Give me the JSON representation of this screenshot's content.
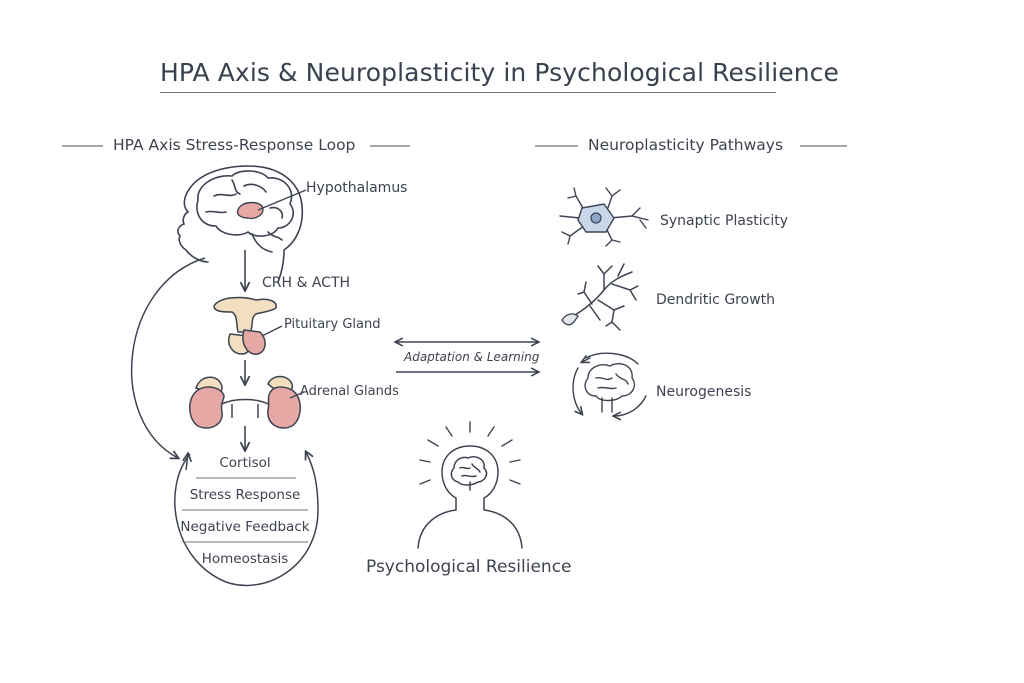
{
  "title": "HPA Axis & Neuroplasticity in Psychological Resilience",
  "hpa_section": {
    "heading": "HPA Axis Stress-Response Loop",
    "hypothalamus": "Hypothalamus",
    "crh_acth": "CRH & ACTH",
    "pituitary": "Pituitary Gland",
    "adrenal": "Adrenal Glands",
    "loop_items": [
      "Cortisol",
      "Stress Response",
      "Negative Feedback",
      "Homeostasis"
    ]
  },
  "link_label": "Adaptation & Learning",
  "neuro_section": {
    "heading": "Neuroplasticity Pathways",
    "items": [
      "Synaptic Plasticity",
      "Dendritic Growth",
      "Neurogenesis"
    ]
  },
  "resilience_label": "Psychological Resilience",
  "colors": {
    "line": "#3d4350",
    "gland_pink": "#e6a8a4",
    "gland_cream": "#f2dfc0",
    "neuron_blue": "#c8d6ea"
  }
}
